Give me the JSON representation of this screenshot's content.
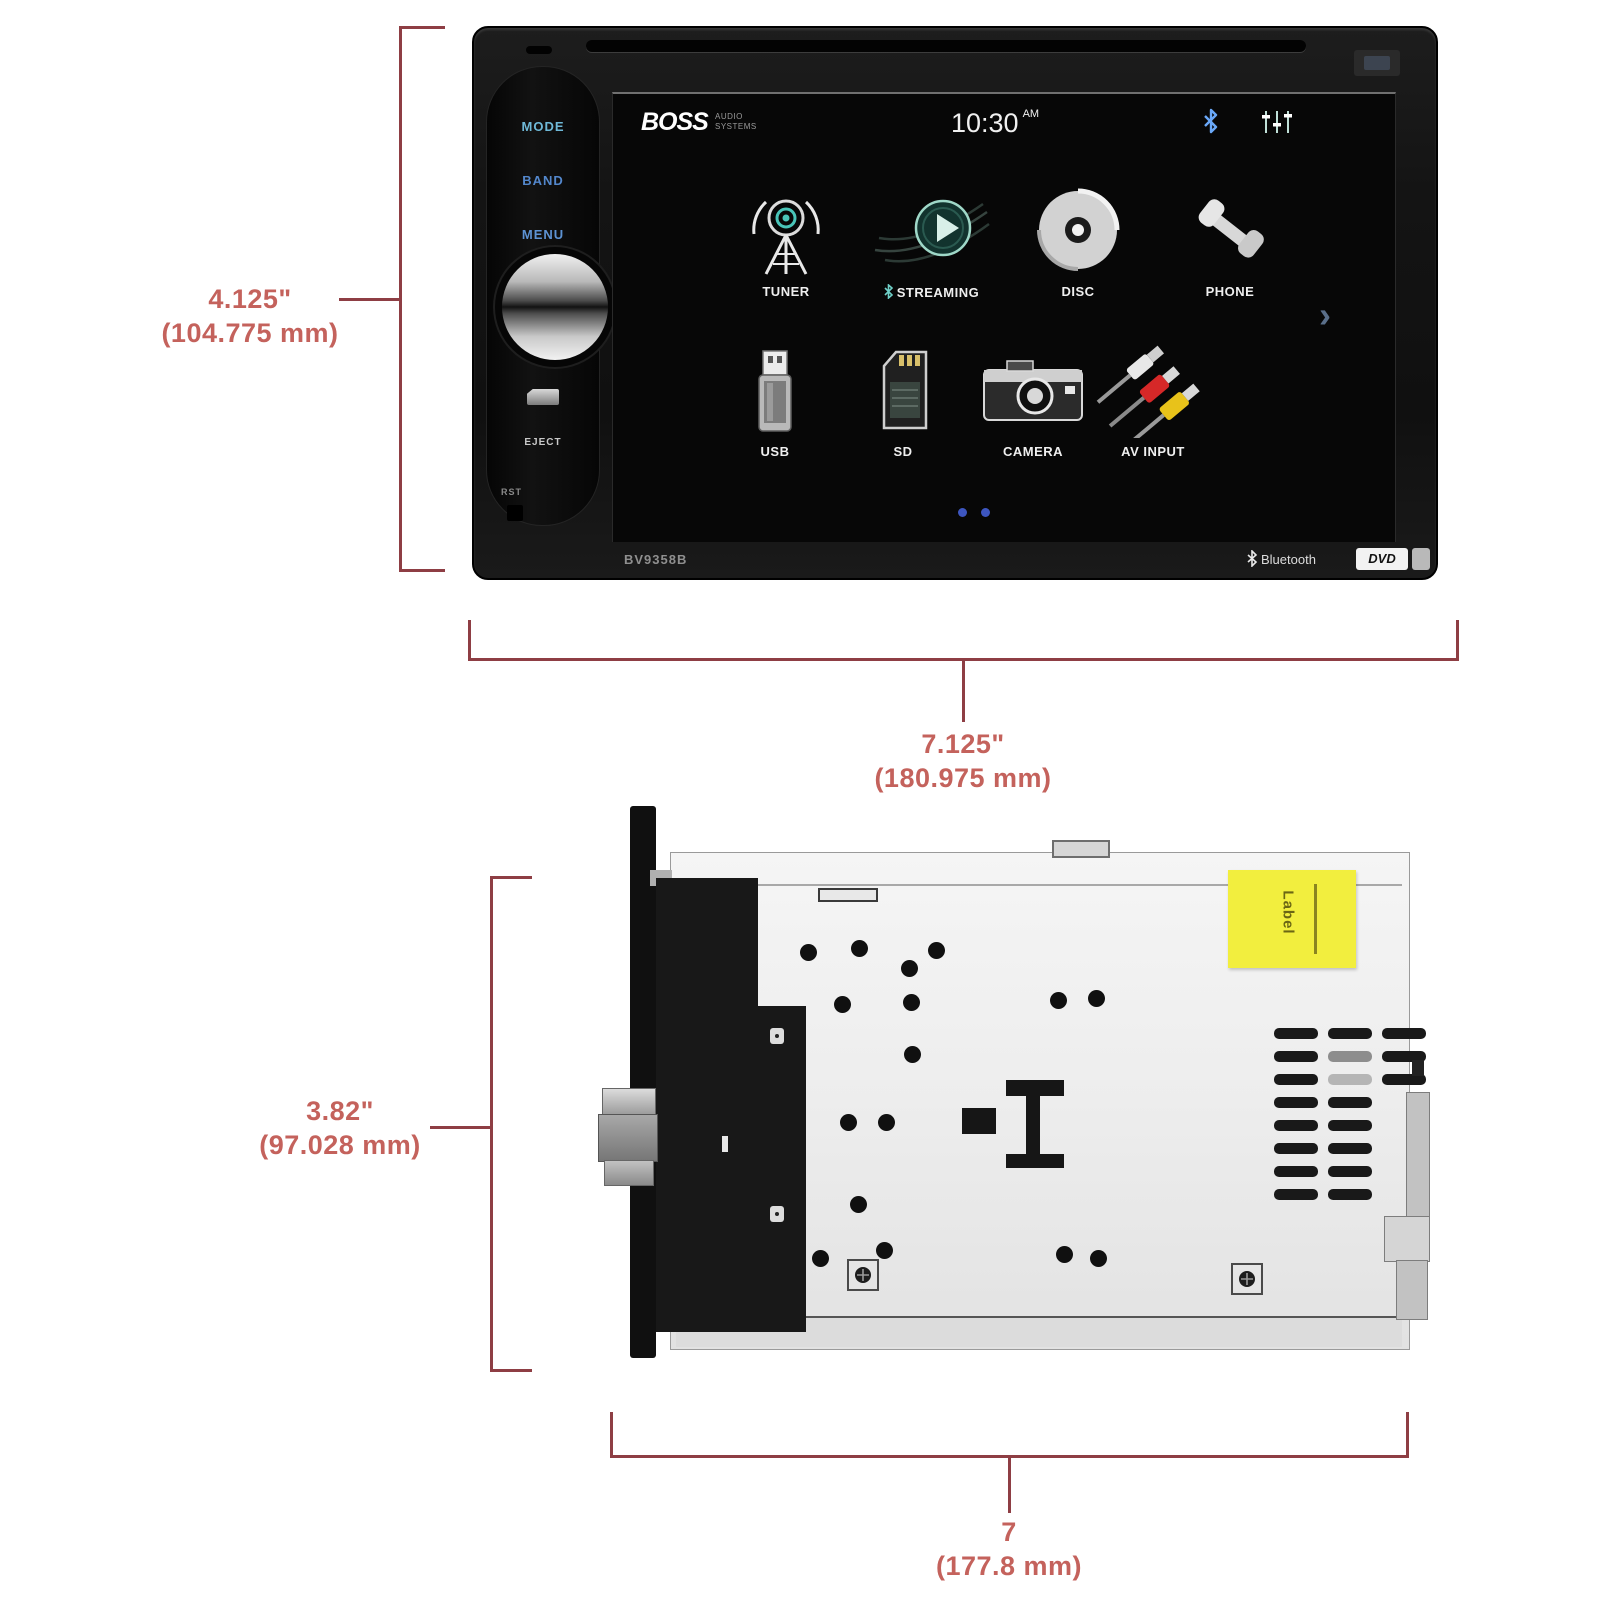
{
  "dims": {
    "front_height": {
      "in": "4.125\"",
      "mm": "(104.775 mm)"
    },
    "front_width": {
      "in": "7.125\"",
      "mm": "(180.975 mm)"
    },
    "chassis_height": {
      "in": "3.82\"",
      "mm": "(97.028 mm)"
    },
    "chassis_width": {
      "in": "7",
      "mm": "(177.8 mm)"
    }
  },
  "unit": {
    "buttons": [
      {
        "label": "MODE"
      },
      {
        "label": "BAND"
      },
      {
        "label": "MENU"
      }
    ],
    "eject_label": "EJECT",
    "rst_label": "RST"
  },
  "screen": {
    "brand": "BOSS",
    "brand_sub1": "AUDIO",
    "brand_sub2": "SYSTEMS",
    "time": "10:30",
    "meridiem": "AM",
    "chevron": "›",
    "page1": [
      {
        "label": "TUNER",
        "icon": "antenna-icon"
      },
      {
        "label": "STREAMING",
        "icon": "bluetooth-play-icon"
      },
      {
        "label": "DISC",
        "icon": "disc-icon"
      },
      {
        "label": "PHONE",
        "icon": "phone-icon"
      }
    ],
    "page2": [
      {
        "label": "USB",
        "icon": "usb-drive-icon"
      },
      {
        "label": "SD",
        "icon": "sd-card-icon"
      },
      {
        "label": "CAMERA",
        "icon": "camera-icon"
      },
      {
        "label": "AV INPUT",
        "icon": "rca-cables-icon"
      }
    ]
  },
  "bezel": {
    "model": "BV9358B",
    "bluetooth": "Bluetooth",
    "dvd": "DVD"
  },
  "chassis": {
    "sticker": "Label"
  },
  "colors": {
    "dimension_line": "#8e3e44",
    "dimension_text": "#c4625c",
    "sticker_yellow": "#f2ee3e",
    "accent_blue": "#6aa8f8",
    "accent_teal": "#49c4b8"
  }
}
